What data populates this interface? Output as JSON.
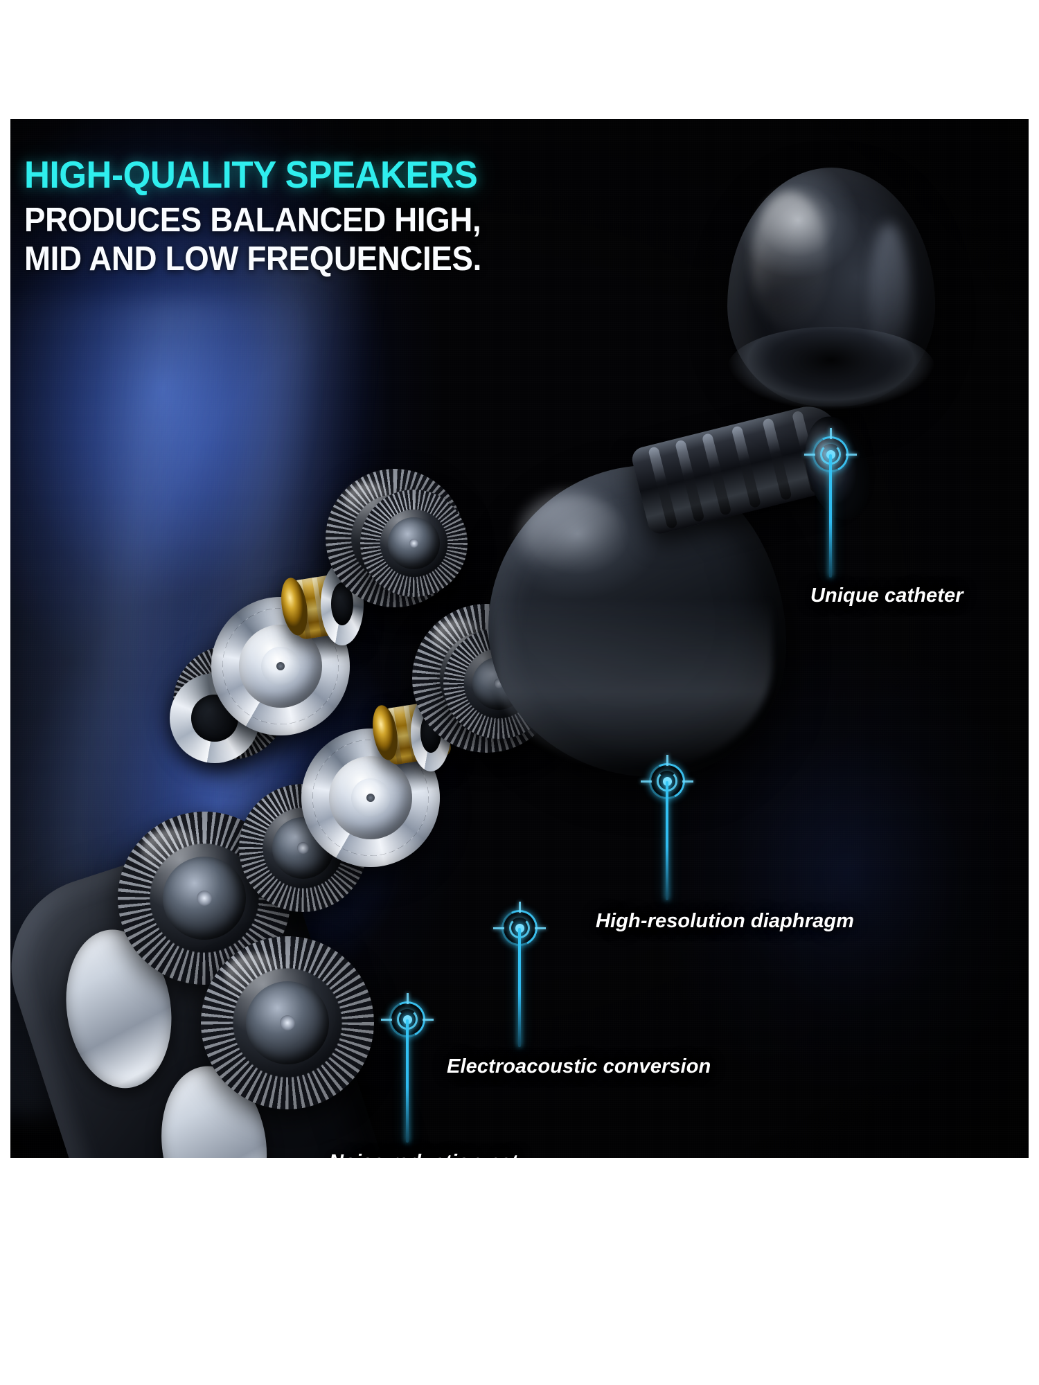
{
  "headline": {
    "text": "HIGH-QUALITY SPEAKERS",
    "color": "#2feeee"
  },
  "subheadline": {
    "line1": "PRODUCES BALANCED HIGH,",
    "line2": "MID AND LOW FREQUENCIES.",
    "color": "#fafcff"
  },
  "callouts": [
    {
      "id": "unique-catheter",
      "label": "Unique catheter",
      "marker_icon": "crosshair-target-icon",
      "marker_color": "#3dc8f8"
    },
    {
      "id": "high-resolution-diaphragm",
      "label": "High-resolution diaphragm",
      "marker_icon": "crosshair-target-icon",
      "marker_color": "#3dc8f8"
    },
    {
      "id": "electroacoustic-conversion",
      "label": "Electroacoustic conversion",
      "marker_icon": "crosshair-target-icon",
      "marker_color": "#3dc8f8"
    },
    {
      "id": "noise-reduction-net",
      "label": "Noise reduction net",
      "marker_icon": "crosshair-target-icon",
      "marker_color": "#3dc8f8"
    }
  ],
  "theme": {
    "background": "#ffffff",
    "panel_background": "#030305",
    "accent_cyan": "#2feeee",
    "leader_line": "#35c6f5"
  }
}
